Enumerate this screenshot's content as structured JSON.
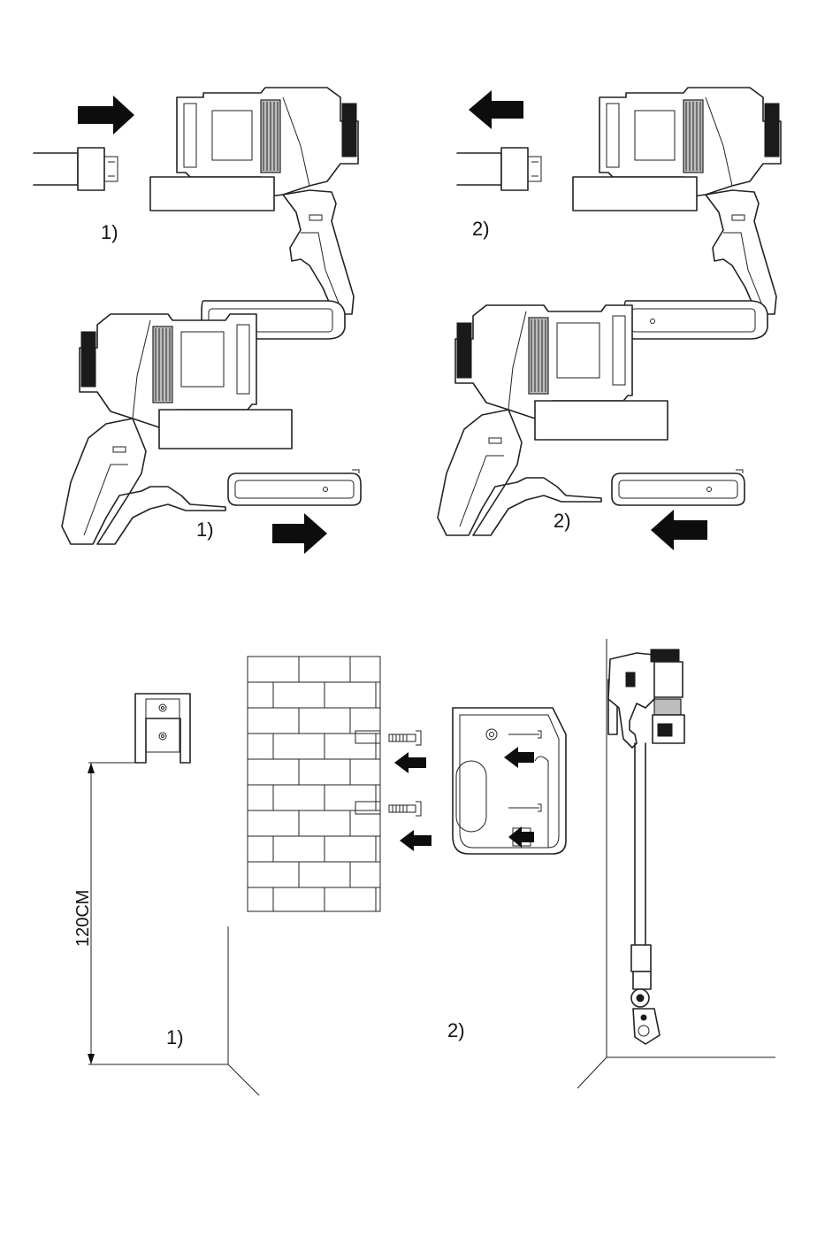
{
  "step_labels": {
    "row1_left": "1)",
    "row1_right": "2)",
    "row2_left": "1)",
    "row2_right": "2)",
    "row3_left": "1)",
    "row3_middle": "2)"
  },
  "height_label": "120CM",
  "icons": {
    "arrow_right": "arrow-right-icon",
    "arrow_left": "arrow-left-icon"
  },
  "colors": {
    "line": "#222222",
    "arrow": "#0d0d0d",
    "background": "#ffffff"
  }
}
